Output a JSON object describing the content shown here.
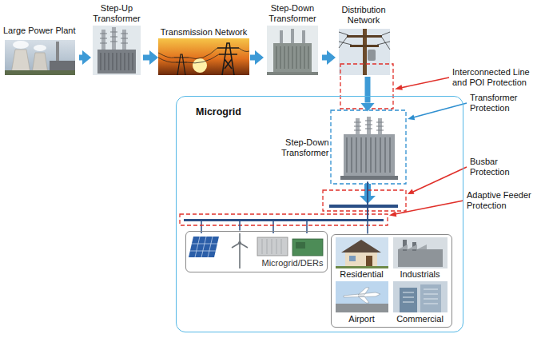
{
  "diagram": {
    "nodes": [
      {
        "text": [
          "Large Power Plant"
        ]
      },
      {
        "text": [
          "Step-Up Transformer"
        ]
      },
      {
        "text": [
          "Transmission Network"
        ]
      },
      {
        "text": [
          "Step-Down Transformer"
        ]
      },
      {
        "text": [
          "Distribution Network"
        ]
      },
      {
        "text": [
          "Microgrid"
        ]
      },
      {
        "text": [
          "Step-Down Transformer"
        ],
        "in": 5
      },
      {
        "text": [
          "Microgrid/DERs"
        ],
        "in": 5
      },
      {
        "text": [
          "Residential",
          "Industrials",
          "Airport",
          "Commercial"
        ],
        "in": 5
      }
    ],
    "edges": [
      {
        "from": 0,
        "to": 1,
        "arrow": "to"
      },
      {
        "from": 1,
        "to": 2,
        "arrow": "to"
      },
      {
        "from": 2,
        "to": 3,
        "arrow": "to"
      },
      {
        "from": 3,
        "to": 4,
        "arrow": "to"
      },
      {
        "from": 4,
        "to": 6,
        "arrow": "to"
      },
      {
        "from": 6,
        "to": 7,
        "arrow": "none"
      },
      {
        "from": 6,
        "to": 8,
        "arrow": "none"
      }
    ],
    "labels": [
      "Interconnected Line and POI Protection",
      "Transformer Protection",
      "Busbar Protection",
      "Adaptive Feeder Protection"
    ]
  }
}
